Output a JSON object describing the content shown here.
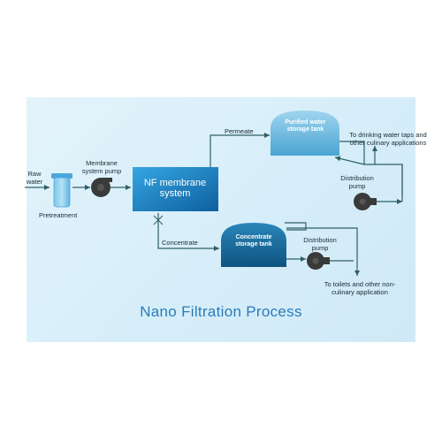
{
  "title": "Nano Filtration Process",
  "labels": {
    "raw_water": "Raw water",
    "pretreatment": "Pretreatment",
    "membrane_pump": "Membrane system pump",
    "nf_membrane": "NF membrane system",
    "permeate": "Permeate",
    "concentrate": "Concentrate",
    "purified_tank": "Purified water storage tank",
    "concentrate_tank": "Concentrate storage tank",
    "distribution_pump_1": "Distribution pump",
    "distribution_pump_2": "Distribution pump",
    "drinking_dest": "To drinking water taps and other culinary applications",
    "toilets_dest": "To toilets and other non-culinary application"
  },
  "colors": {
    "panel_bg": "#d9eff9",
    "arrow": "#2f5f66",
    "membrane_blue": "#1b7fc2",
    "tank_light": "#6ab8de",
    "tank_dark": "#1a6a9a",
    "pump_dark": "#3a3a3a",
    "title_blue": "#2b7bb8"
  }
}
